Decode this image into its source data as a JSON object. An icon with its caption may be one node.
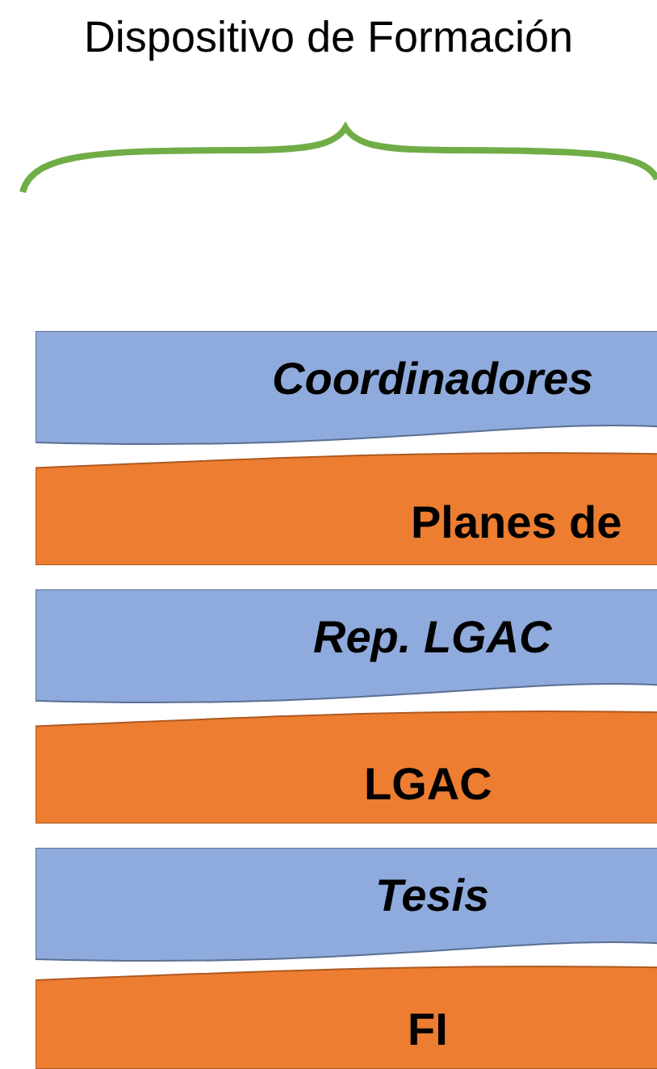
{
  "diagram": {
    "title": "Dispositivo de Formación",
    "nodes": [
      {
        "text": [
          "Coordinadores"
        ]
      },
      {
        "text": [
          "Planes de"
        ]
      },
      {
        "text": [
          "Rep. LGAC"
        ]
      },
      {
        "text": [
          "LGAC"
        ]
      },
      {
        "text": [
          "Tesis"
        ]
      },
      {
        "text": [
          "FI"
        ]
      }
    ],
    "edges": []
  }
}
